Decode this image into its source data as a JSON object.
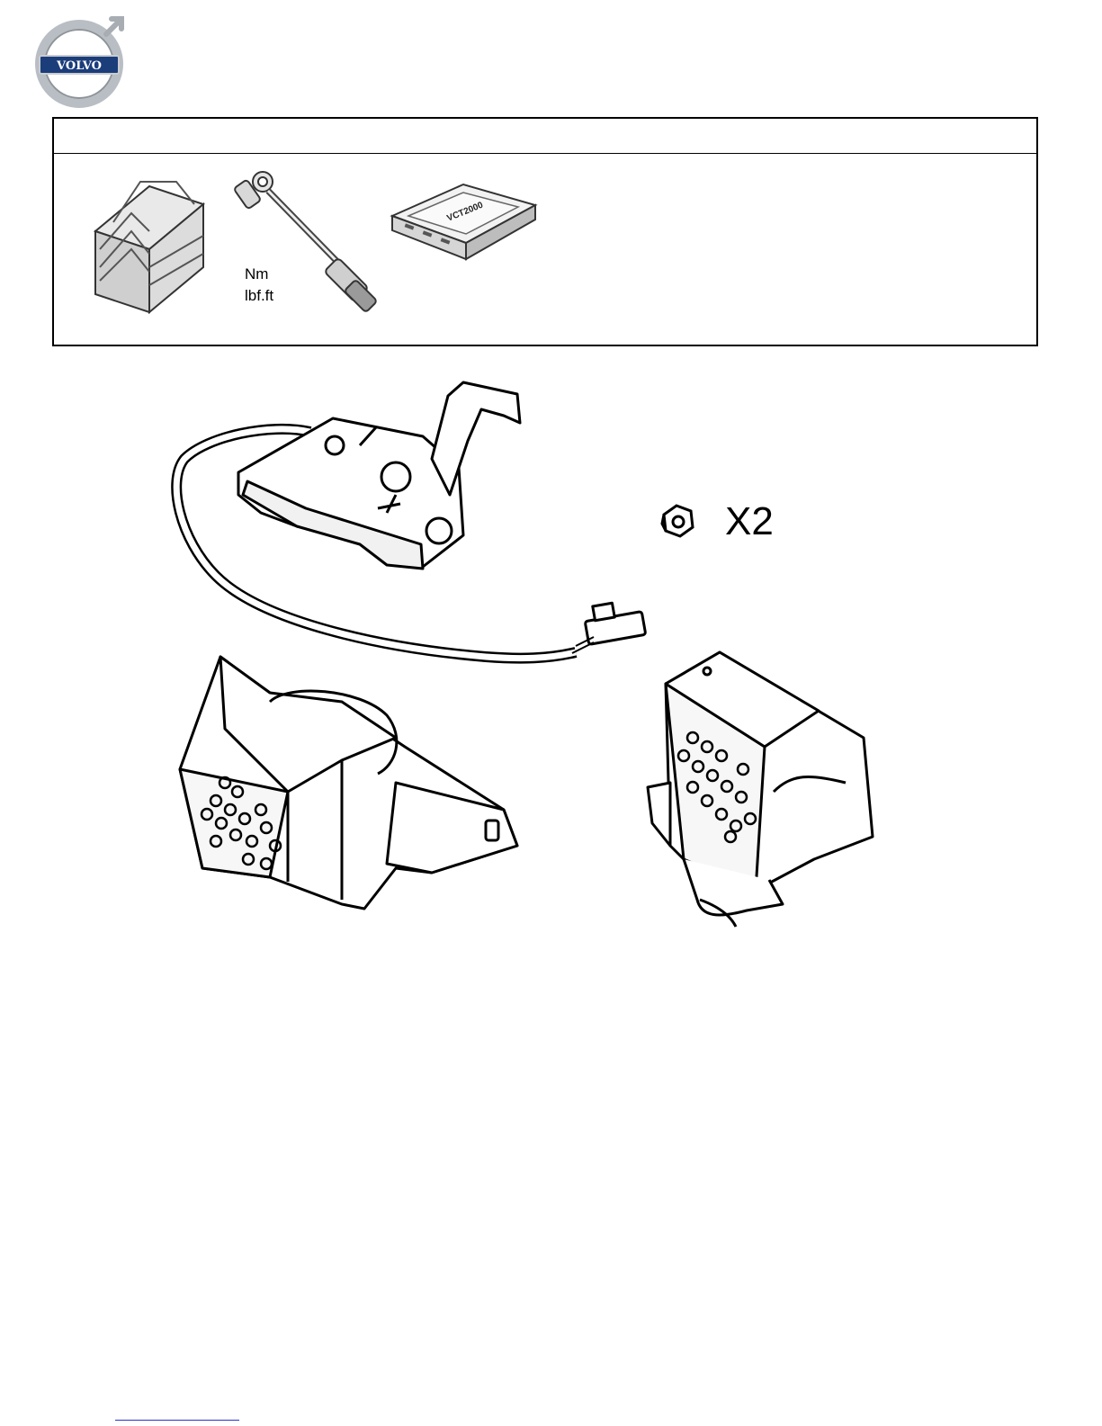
{
  "brand": {
    "logo_text": "VOLVO",
    "logo_colors": {
      "ring": "#9aa0a6",
      "badge": "#1b3d7a",
      "text": "#ffffff"
    }
  },
  "tools": {
    "items": [
      {
        "name": "toolbox-icon"
      },
      {
        "name": "torque-wrench-icon",
        "units": [
          "Nm",
          "lbf.ft"
        ]
      },
      {
        "name": "vct-device-icon",
        "device_text": "VCT2000"
      }
    ]
  },
  "parts": {
    "items": [
      "hood-lock-icon",
      "nut-icon",
      "speaker-bracket-left-icon",
      "speaker-bracket-right-icon"
    ],
    "nut_quantity": "X2"
  },
  "footer": {
    "link_color": "#2a32c8"
  }
}
